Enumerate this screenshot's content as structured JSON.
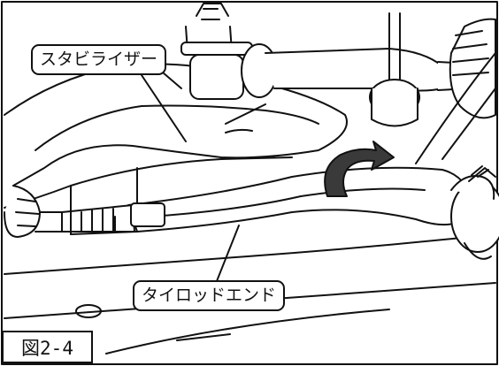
{
  "labels": {
    "stabilizer": "スタビライザー",
    "tie_rod_end": "タイロッドエンド"
  },
  "figure_number": "図2-4",
  "colors": {
    "line": "#111111",
    "background": "#ffffff",
    "arrow_fill": "#3a3a3a"
  },
  "icons": {
    "rotation_arrow": "curved-arrow-icon"
  }
}
